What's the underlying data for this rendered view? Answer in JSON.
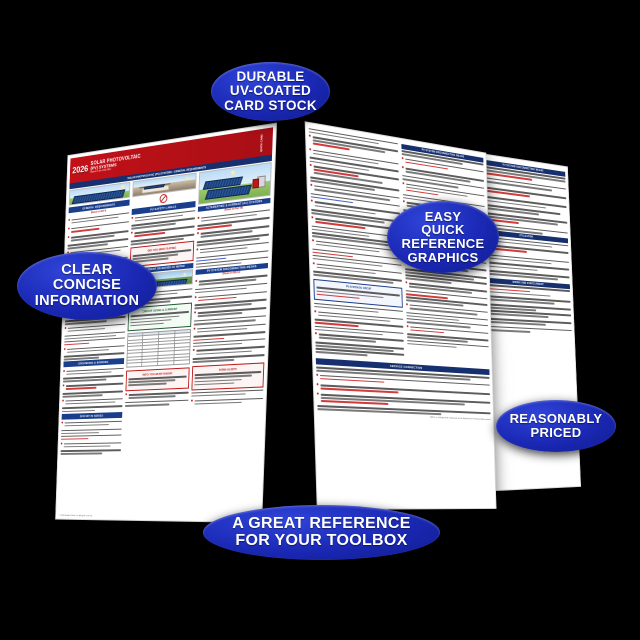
{
  "product": {
    "type": "folded-quick-card",
    "title_year": "2026",
    "title_main": "SOLAR PHOTOVOLTAIC",
    "title_sub": "(PV) SYSTEMS",
    "title_tag": "QUICK-CARD",
    "title_note": "Based on the 2026 NEC",
    "footer": "NEC® is a Registered Trademark of the National Fire Protection Association.",
    "copyright": "© 2026 Builder's Book, Inc. All rights reserved."
  },
  "callouts": [
    {
      "id": "durable",
      "lines": [
        "DURABLE",
        "UV-COATED",
        "CARD STOCK"
      ]
    },
    {
      "id": "clear",
      "lines": [
        "CLEAR",
        "CONCISE",
        "INFORMATION"
      ]
    },
    {
      "id": "graphics",
      "lines": [
        "EASY",
        "QUICK",
        "REFERENCE",
        "GRAPHICS"
      ]
    },
    {
      "id": "priced",
      "lines": [
        "REASONABLY",
        "PRICED"
      ]
    },
    {
      "id": "toolbox",
      "lines": [
        "A GREAT REFERENCE",
        "FOR YOUR TOOLBOX"
      ]
    }
  ],
  "bubble_color": "#1a28b4",
  "card": {
    "front": {
      "banner_bar": "SOLAR PHOTOVOLTAIC (PV) SYSTEMS  •  GENERAL REQUIREMENTS",
      "sections": [
        {
          "heading": "GENERAL REQUIREMENTS",
          "sub": "(Based on 690.4)",
          "style": "blue"
        },
        {
          "heading": "PV SAFETY LABELS",
          "sub": "",
          "style": "blue"
        },
        {
          "heading": "PV SYSTEM DISCONNECTING MEANS",
          "sub": "(Based on 690.13)",
          "style": "blue"
        },
        {
          "heading": "DID YOU MEET RATING",
          "sub": "",
          "style": "red"
        },
        {
          "heading": "PV EQUIPMENT ON BODIES OF WATER",
          "sub": "",
          "style": "blue"
        },
        {
          "heading": "CIRCUIT SIZING & CURRENT",
          "sub": "(Based on 690.8)",
          "style": "green"
        },
        {
          "heading": "ALTERNATING & CURRENT (AC) SYSTEMS",
          "sub": "(Based on Part VII)",
          "style": "blue"
        },
        {
          "heading": "MARKING OF PV",
          "sub": "",
          "style": "blue"
        },
        {
          "heading": "GROUNDING & BONDING",
          "sub": "",
          "style": "blue"
        },
        {
          "heading": "CIRCUIT IN SERIES",
          "sub": "",
          "style": "blue"
        }
      ],
      "info_box": "INFO YOU MUST KNOW!",
      "term_alert": "TERM ALERT!",
      "term_alert_body": "Disconnecting Means: A device, or group of devices, or other means by which the conductors of a circuit can be disconnected from their source of supply."
    },
    "back": {
      "sections": [
        {
          "heading": "PV SYSTEM DISCONNECTING MEANS",
          "style": "blue"
        },
        {
          "heading": "SERVICE CONNECTION",
          "style": "navy"
        },
        {
          "heading": "MARKING AND LABELING",
          "style": "navy"
        },
        {
          "heading": "UTILIZATION",
          "style": "navy"
        },
        {
          "heading": "WIRING AND OVERCURRENT",
          "style": "navy"
        },
        {
          "heading": "PV SYSTEM DC CIRCUIT",
          "style": "navy"
        }
      ],
      "service_connection_title": "SERVICE CONNECTION",
      "service_bullets": [
        "An electric power production source is permitted to be connected to the supply side of the service disconnecting means.",
        "A power source service disconnecting means by one of the following:",
        "To a meter service in accordance with 230.82(6) or 230.85(4).",
        "To the supply side of the service disconnecting means in accordance with 230.82(D) or 230.82(A).",
        "To an additional set of service entrance conductors in accordance with 230.40, Exception No. 5 and 230.71."
      ]
    }
  }
}
